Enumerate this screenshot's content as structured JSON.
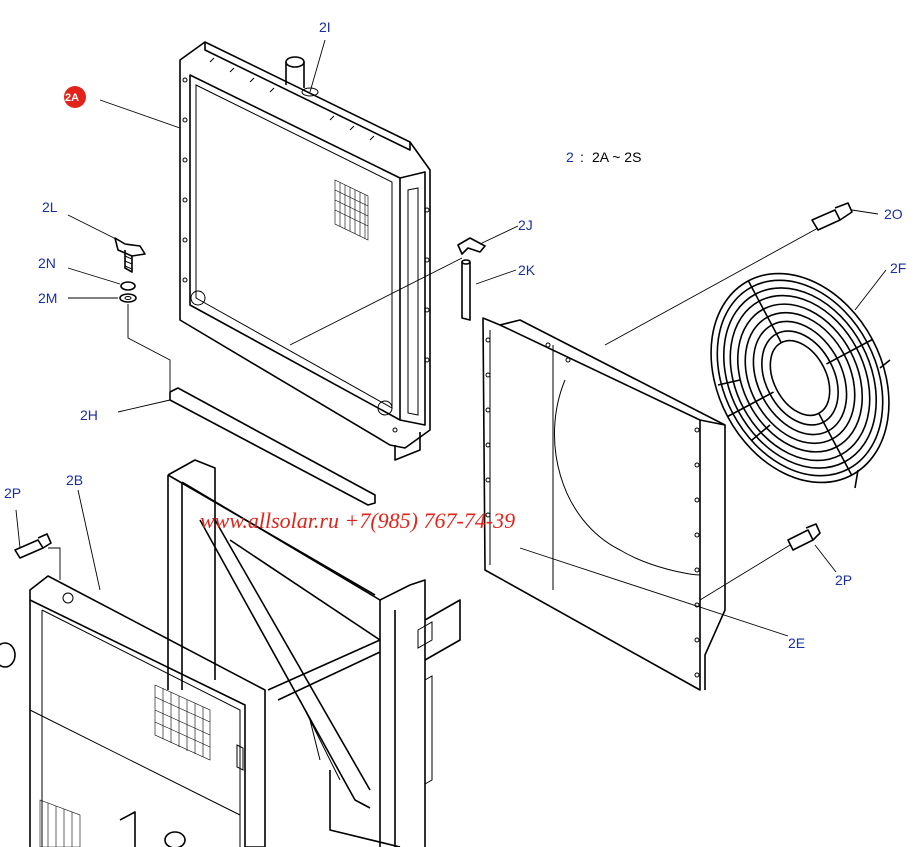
{
  "callouts": {
    "a2I": "2I",
    "a2A": "2A",
    "a2L": "2L",
    "a2N": "2N",
    "a2M": "2M",
    "a2J": "2J",
    "a2K": "2K",
    "a2H": "2H",
    "a2O": "2O",
    "a2F": "2F",
    "a2P_left": "2P",
    "a2B": "2B",
    "a2P_right": "2P",
    "a2E": "2E"
  },
  "legend": {
    "group": "2",
    "separator": ":",
    "range": "2A ~ 2S"
  },
  "watermark": "www.allsolar.ru +7(985) 767-74-39",
  "colors": {
    "label": "#1a2fa0",
    "watermark": "#e2231a",
    "badge": "#e2231a"
  }
}
